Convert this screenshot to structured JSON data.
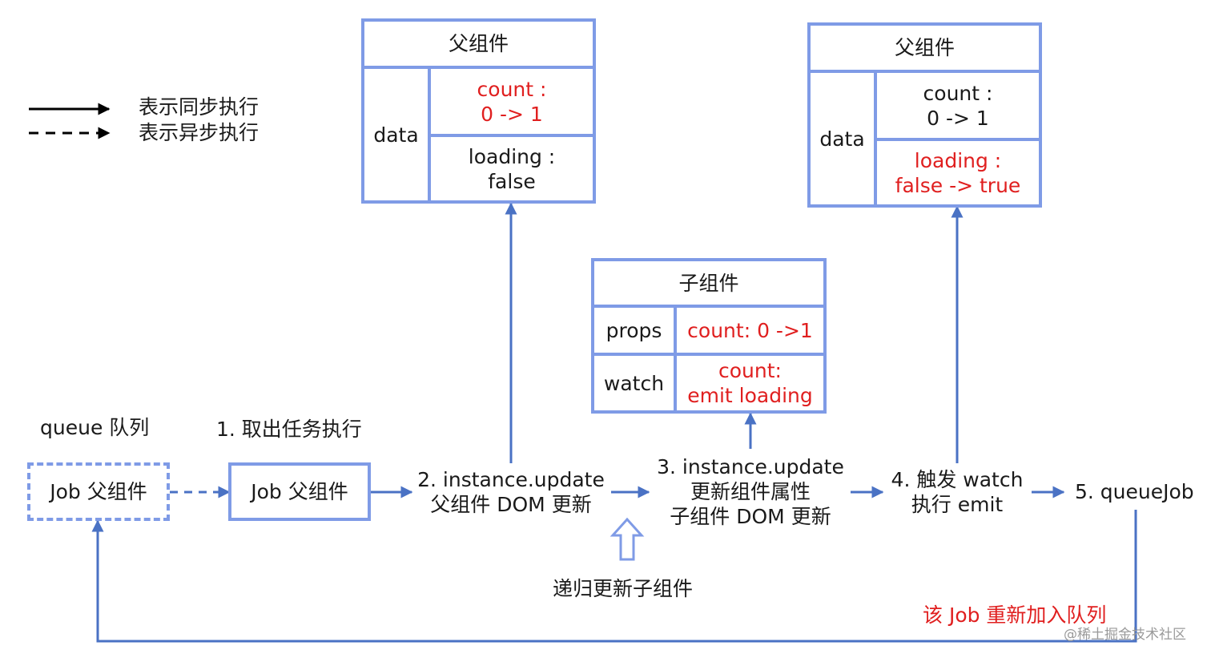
{
  "legend": {
    "sync": "表示同步执行",
    "async": "表示异步执行"
  },
  "queue_label": "queue 队列",
  "step1_label": "1. 取出任务执行",
  "job_queue": "Job 父组件",
  "job_current": "Job 父组件",
  "step2": {
    "line1": "2. instance.update",
    "line2": "父组件 DOM 更新"
  },
  "step3": {
    "line1": "3. instance.update",
    "line2": "更新组件属性",
    "line3": "子组件 DOM 更新"
  },
  "step4": {
    "line1": "4. 触发 watch",
    "line2": "执行 emit"
  },
  "step5": "5. queueJob",
  "recursive_label": "递归更新子组件",
  "requeue_label": "该 Job 重新加入队列",
  "parent_box_1": {
    "title": "父组件",
    "row_label": "data",
    "count": {
      "line1": "count :",
      "line2": "0 -> 1"
    },
    "loading": {
      "line1": "loading :",
      "line2": "false"
    }
  },
  "parent_box_2": {
    "title": "父组件",
    "row_label": "data",
    "count": {
      "line1": "count :",
      "line2": "0 -> 1"
    },
    "loading": {
      "line1": "loading :",
      "line2": "false -> true"
    }
  },
  "child_box": {
    "title": "子组件",
    "props_label": "props",
    "props_value": "count: 0 ->1",
    "watch_label": "watch",
    "watch_value": {
      "line1": "count:",
      "line2": "emit loading"
    }
  },
  "watermark": "@稀土掘金技术社区",
  "colors": {
    "box_border": "#7f9be6",
    "arrow": "#4a72c4",
    "highlight_text": "#e01f1f"
  }
}
